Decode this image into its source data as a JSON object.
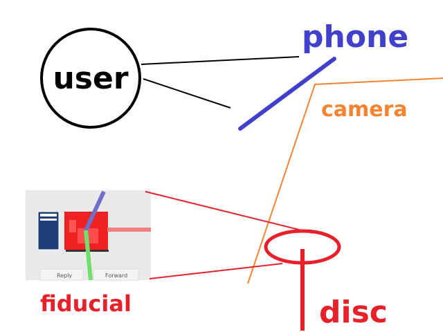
{
  "labels": {
    "user": "user",
    "phone": "phone",
    "camera": "camera",
    "fiducial": "fiducial",
    "disc": "disc"
  },
  "inset": {
    "reply_button": "Reply",
    "forward_button": "Forward"
  },
  "colors": {
    "phone": "#4040cc",
    "camera": "#f58330",
    "fiducial": "#e8202a",
    "user": "#000000"
  }
}
